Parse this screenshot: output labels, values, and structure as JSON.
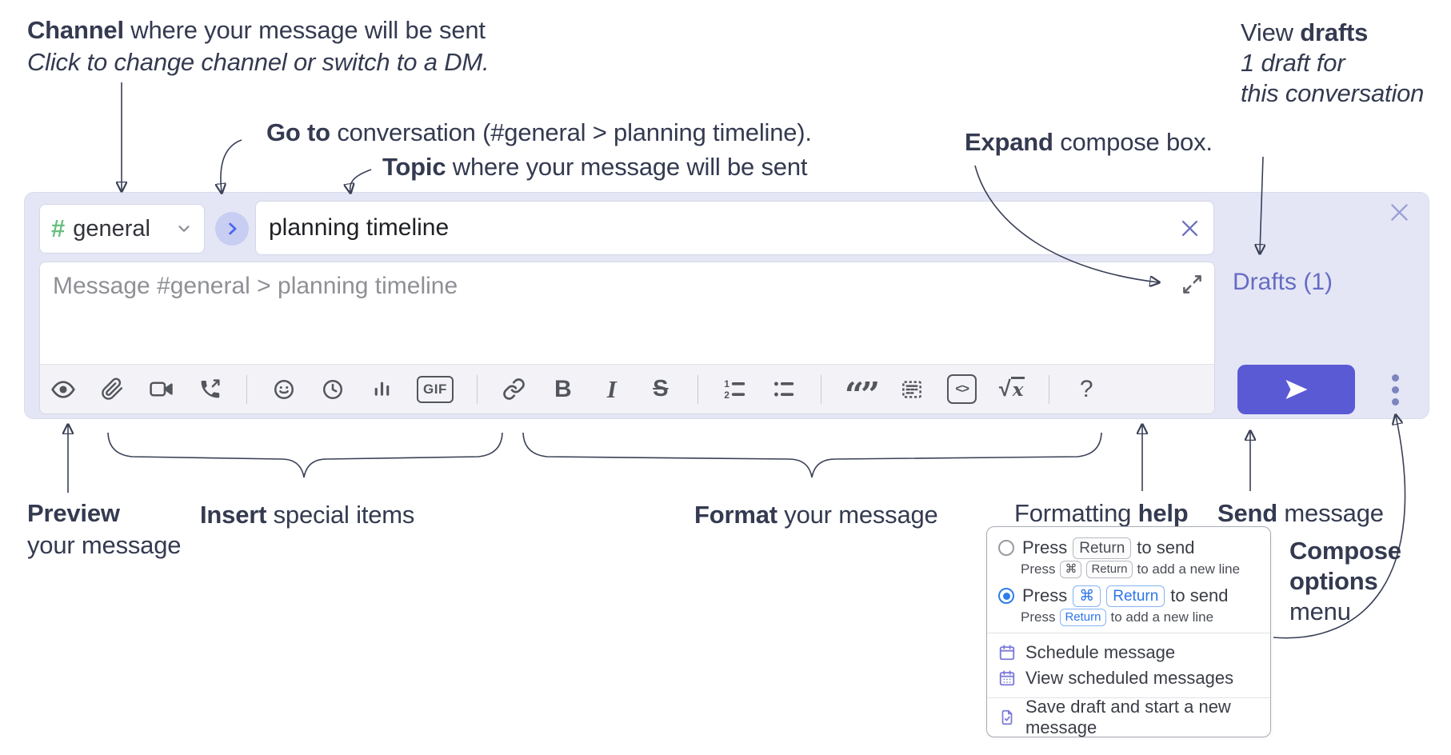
{
  "annotations": {
    "channel": {
      "bold": "Channel",
      "text": " where your message will be sent",
      "sub_italic": "Click to change channel or switch to a DM."
    },
    "go_to": {
      "bold": "Go to",
      "text": " conversation (#general > planning timeline)."
    },
    "topic": {
      "bold": "Topic",
      "text": " where your message will be sent"
    },
    "expand": {
      "bold": "Expand",
      "text": " compose box."
    },
    "view_drafts": {
      "text": "View ",
      "bold": "drafts",
      "line2": "1 draft for",
      "line3": "this conversation"
    },
    "preview": {
      "bold": "Preview",
      "line2": "your message"
    },
    "insert": {
      "bold": "Insert",
      "text": " special items"
    },
    "format": {
      "bold": "Format",
      "text": " your message"
    },
    "formatting_help": {
      "text": "Formatting ",
      "bold": "help"
    },
    "send": {
      "bold": "Send",
      "text": " message"
    },
    "compose_options": {
      "bold1": "Compose",
      "bold2": "options",
      "line3": "menu"
    }
  },
  "compose": {
    "channel": {
      "hash": "#",
      "label": "general"
    },
    "topic_value": "planning timeline",
    "message_placeholder": "Message #general > planning timeline",
    "drafts_link": "Drafts (1)",
    "toolbar_text_icons": {
      "gif": "GIF",
      "bold": "B",
      "italic": "I",
      "strikethrough": "S",
      "code": "<>",
      "math_sqrt": "√",
      "math_x": "x",
      "help": "?",
      "quote": "“”"
    }
  },
  "options_menu": {
    "option_return": {
      "pre": "Press",
      "key": "Return",
      "post": "to send",
      "sub_pre": "Press",
      "sub_key1": "⌘",
      "sub_key2": "Return",
      "sub_post": "to add a new line"
    },
    "option_cmd_return": {
      "pre": "Press",
      "key1": "⌘",
      "key2": "Return",
      "post": "to send",
      "sub_pre": "Press",
      "sub_key": "Return",
      "sub_post": "to add a new line"
    },
    "schedule": "Schedule message",
    "view_scheduled": "View scheduled messages",
    "save_draft": "Save draft and start a new message"
  },
  "colors": {
    "compose_bg": "#e4e6f6",
    "send_button": "#5a5ad5",
    "drafts_link": "#666cc2",
    "radio_selected_blue": "#2e7de8",
    "menu_icon_purple": "#7b79d9",
    "hash_green": "#6abf80",
    "annotation_ink": "#343a50"
  }
}
